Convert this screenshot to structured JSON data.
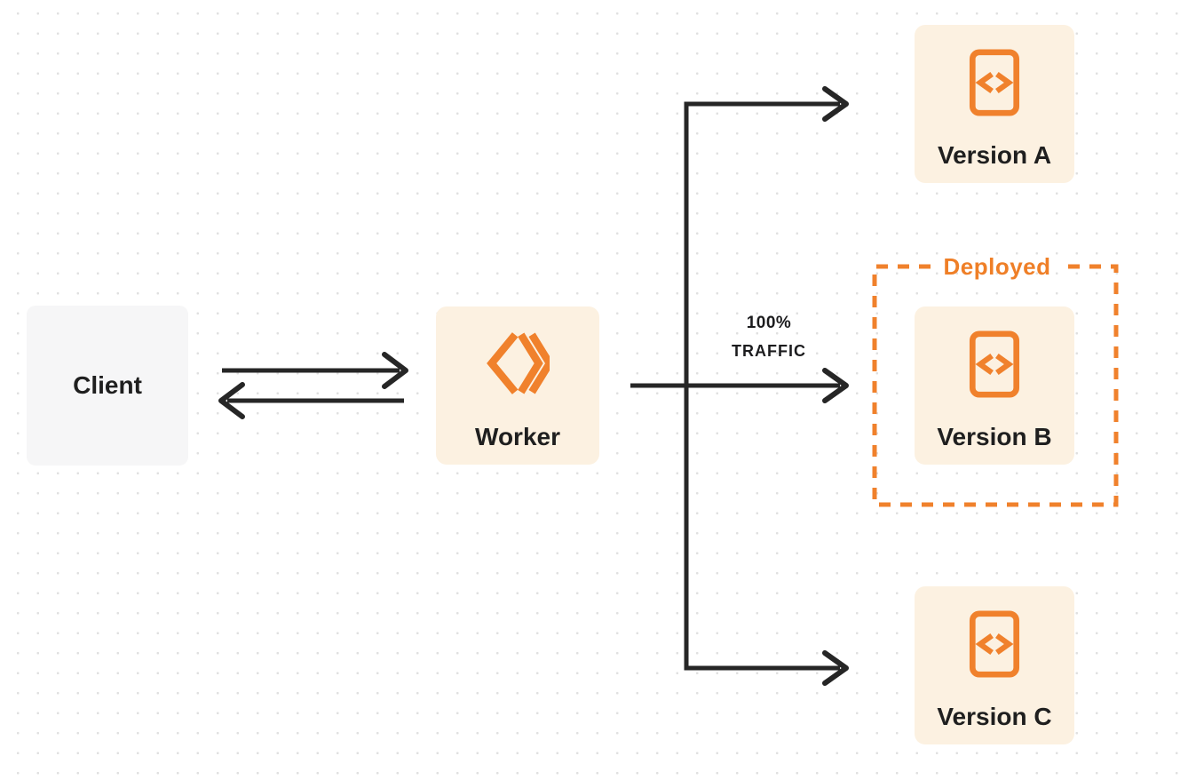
{
  "diagram": {
    "title": "worker-versions-traffic-diagram",
    "nodes": {
      "client": {
        "label": "Client"
      },
      "worker": {
        "label": "Worker"
      },
      "version_a": {
        "label": "Version A"
      },
      "version_b": {
        "label": "Version B"
      },
      "version_c": {
        "label": "Version C"
      }
    },
    "annotations": {
      "deployed_label": "Deployed",
      "traffic": {
        "line1": "100%",
        "line2": "TRAFFIC"
      }
    },
    "icons": {
      "worker": "workers-chevrons-icon",
      "version": "code-document-icon"
    },
    "colors": {
      "orange": "#f0812c",
      "orange_text": "#ef7f27",
      "cream_box": "#fcf1e1",
      "client_box": "#f6f6f7",
      "connector_line": "#262626",
      "label_text": "#1f1f1f",
      "grid_dot": "#e0e0e0",
      "background": "#ffffff"
    }
  }
}
